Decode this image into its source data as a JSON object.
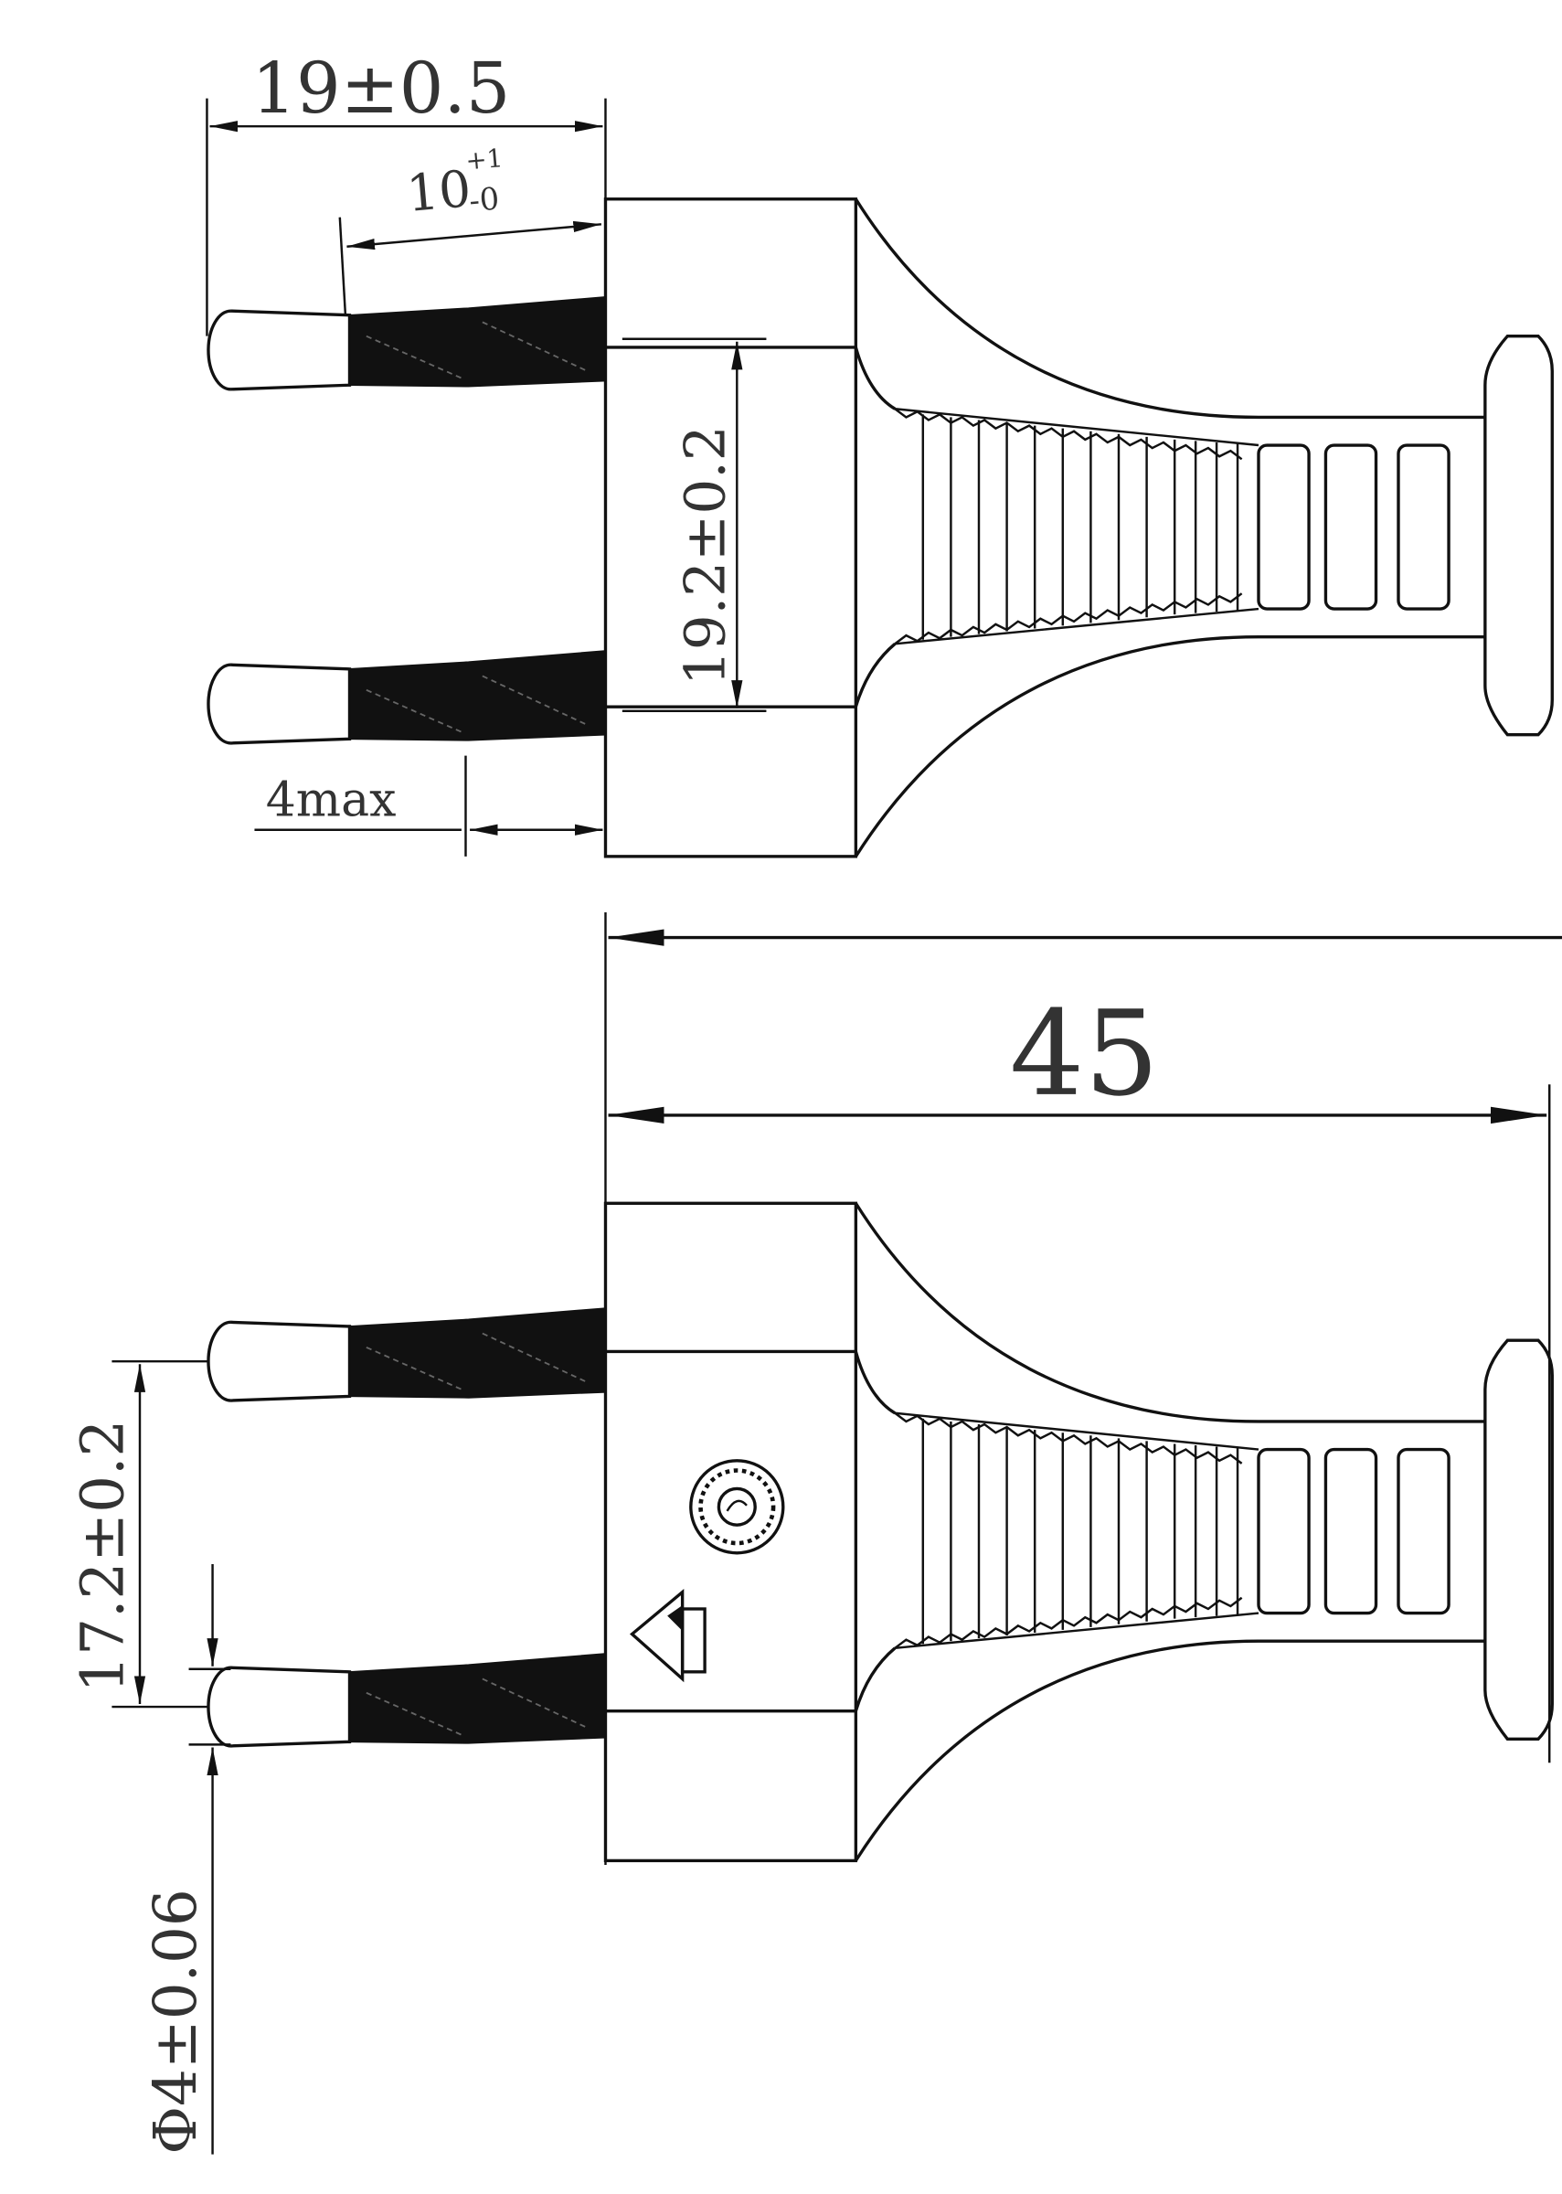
{
  "drawing": {
    "dimensions": {
      "pin_length": "19±0.5",
      "sleeve_length_base": "10",
      "sleeve_tol_upper": "+1",
      "sleeve_tol_lower": "-0",
      "pin_spacing_top": "19.2±0.2",
      "gap": "4max",
      "overall_length": "45",
      "pin_spacing_bottom": "17.2±0.2",
      "pin_diameter": "Φ4±0.06"
    },
    "marks": [
      "certification-circle-mark",
      "triangle-approval-mark"
    ],
    "line_color": "#111111"
  }
}
